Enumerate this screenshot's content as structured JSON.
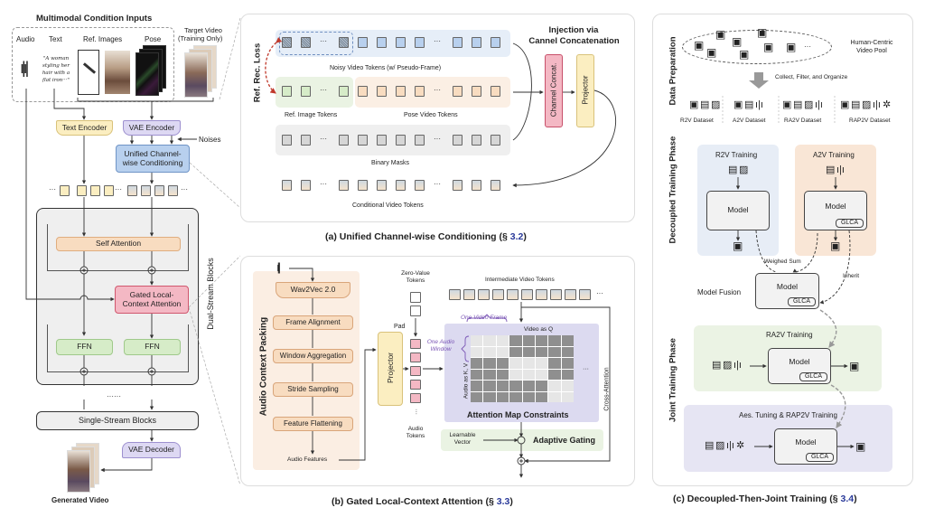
{
  "left": {
    "title": "Multimodal Condition Inputs",
    "labels": {
      "audio": "Audio",
      "text": "Text",
      "ref_images": "Ref. Images",
      "pose": "Pose",
      "target_video": "Target Video",
      "target_video_note": "(Training Only)"
    },
    "text_prompt": "\"A woman styling her hair with a flat iron···\"",
    "text_encoder": "Text Encoder",
    "vae_encoder": "VAE Encoder",
    "noises": "Noises",
    "unified": "Unified Channel-wise Conditioning",
    "dual_stream_label": "Dual-Stream Blocks",
    "self_attention": "Self Attention",
    "glca": "Gated Local-Context Attention",
    "ffn": "FFN",
    "ellipsis": "······",
    "single_stream": "Single-Stream Blocks",
    "vae_decoder": "VAE Decoder",
    "generated_video": "Generated Video"
  },
  "panel_a": {
    "ref_rec_loss": "Ref. Rec. Loss",
    "noisy_tokens": "Noisy Video Tokens (w/ Pseudo-Frame)",
    "ref_image_tokens": "Ref. Image Tokens",
    "pose_video_tokens": "Pose Video Tokens",
    "binary_masks": "Binary Masks",
    "conditional_tokens": "Conditional Video Tokens",
    "injection_title_1": "Injection via",
    "injection_title_2": "Cannel Concatenation",
    "channel_concat": "Channel Concat.",
    "projector": "Projector",
    "caption": "(a) Unified Channel-wise Conditioning (§ ",
    "caption_ref": "3.2",
    "caption_end": ")"
  },
  "panel_b": {
    "packing_label": "Audio Context Packing",
    "wav2vec": "Wav2Vec 2.0",
    "steps": [
      "Frame Alignment",
      "Window Aggregation",
      "Stride Sampling",
      "Feature Flattening"
    ],
    "audio_features": "Audio Features",
    "projector": "Projector",
    "zero_value_tokens": "Zero-Value Tokens",
    "pad": "Pad",
    "audio_tokens": "Audio Tokens",
    "intermediate_tokens": "Intermediate Video Tokens",
    "one_video_frame": "One Video Frame",
    "video_as_q": "Video as Q",
    "one_audio_window": "One Audio Window",
    "audio_as_kv": "Audio as K, V",
    "attention_map": "Attention Map Constraints",
    "learnable_vector": "Learnable Vector",
    "adaptive_gating": "Adaptive Gating",
    "cross_attention": "Cross-Attention",
    "caption": "(b) Gated Local-Context Attention (§ ",
    "caption_ref": "3.3",
    "caption_end": ")"
  },
  "panel_c": {
    "data_prep": "Data Preparation",
    "video_pool": "Human-Centric Video Pool",
    "collect": "Collect, Filter, and Organize",
    "datasets": [
      "R2V Dataset",
      "A2V Dataset",
      "RA2V Dataset",
      "RAP2V Dataset"
    ],
    "decoupled_phase": "Decoupled Training Phase",
    "r2v_training": "R2V Training",
    "a2v_training": "A2V Training",
    "model": "Model",
    "glca": "GLCA",
    "weighed_sum": "Weighed Sum",
    "inherit": "Inherit",
    "model_fusion": "Model Fusion",
    "joint_phase": "Joint Training Phase",
    "ra2v_training": "RA2V Training",
    "aes_training": "Aes. Tuning & RAP2V Training",
    "caption": "(c) Decoupled-Then-Joint Training (§ ",
    "caption_ref": "3.4",
    "caption_end": ")"
  },
  "colors": {
    "yellow": "#fbeec1",
    "purple": "#ddd8f3",
    "blue": "#b8d0ee",
    "orange": "#f8dcc0",
    "pink": "#f4b8c4",
    "green": "#d6ecc8",
    "ref_link": "#2a3a9a"
  }
}
